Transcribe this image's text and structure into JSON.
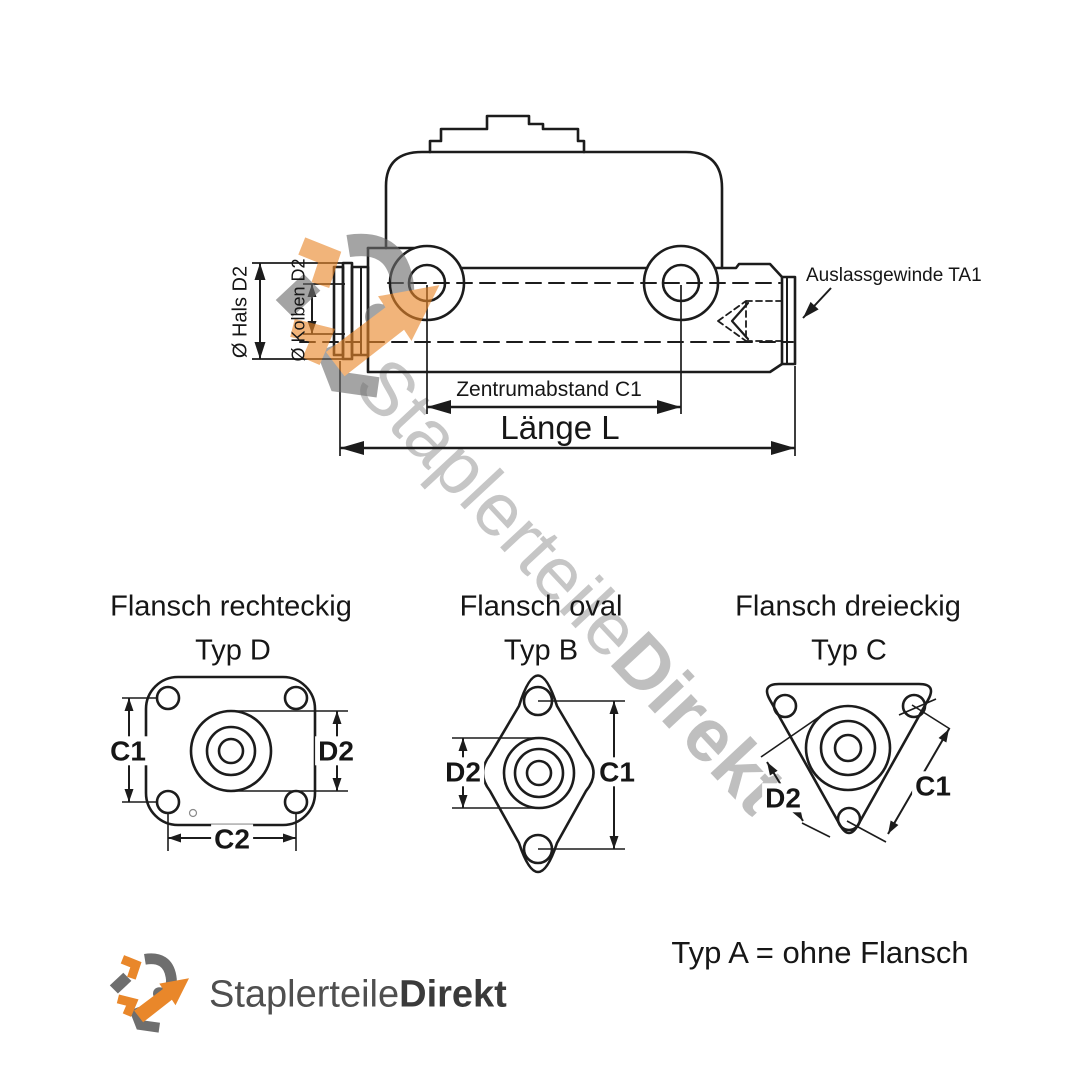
{
  "main_drawing": {
    "label_hals": "Ø Hals D2",
    "label_kolben": "Ø Kolben D2",
    "label_auslass": "Auslassgewinde TA1",
    "label_zentrumabstand": "Zentrumabstand C1",
    "label_laenge": "Länge L"
  },
  "flanges": [
    {
      "title": "Flansch rechteckig",
      "typ": "Typ D",
      "dim_left": "C1",
      "dim_right": "D2",
      "dim_bottom": "C2"
    },
    {
      "title": "Flansch oval",
      "typ": "Typ B",
      "dim_left": "D2",
      "dim_right": "C1"
    },
    {
      "title": "Flansch dreieckig",
      "typ": "Typ C",
      "dim_left": "D2",
      "dim_right": "C1"
    }
  ],
  "note_typ_a": "Typ A = ohne Flansch",
  "brand": {
    "name_regular": "Staplerteile",
    "name_bold": "Direkt"
  },
  "watermark": {
    "text_regular": "Staplerteile",
    "text_bold": "Direkt"
  },
  "colors": {
    "line": "#1c1c1c",
    "brand_orange": "#e9872a",
    "brand_gray": "#6e6e6e",
    "watermark_text": "#c6c6c6"
  }
}
